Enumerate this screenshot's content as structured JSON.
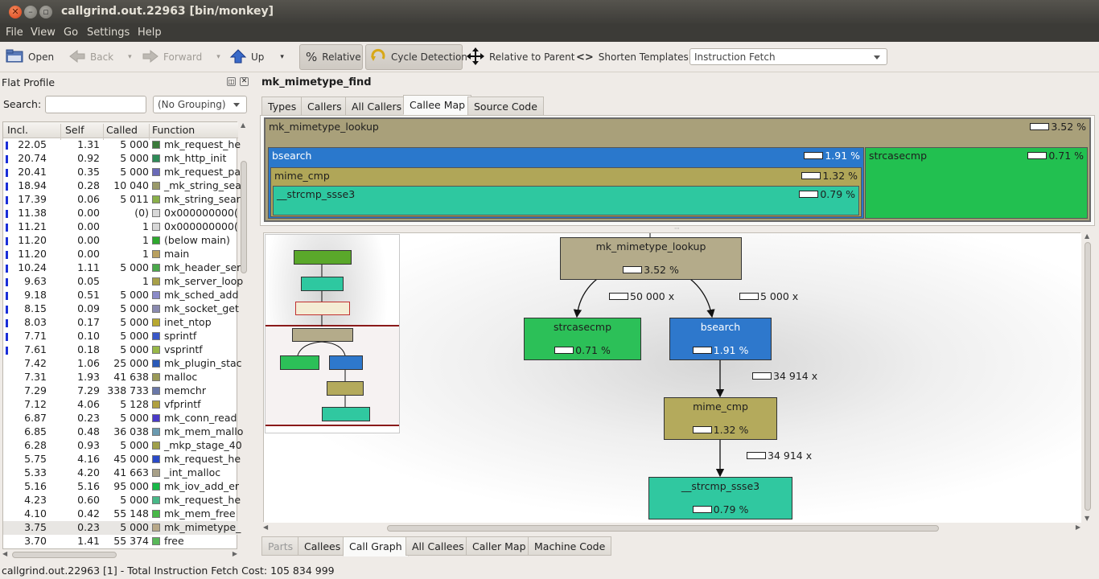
{
  "window": {
    "title": "callgrind.out.22963 [bin/monkey]"
  },
  "menu": [
    "File",
    "View",
    "Go",
    "Settings",
    "Help"
  ],
  "toolbar": {
    "open": "Open",
    "back": "Back",
    "forward": "Forward",
    "up": "Up",
    "relative": "Relative",
    "cycle_detection": "Cycle Detection",
    "relative_to_parent": "Relative to Parent",
    "shorten_templates": "Shorten Templates",
    "event_type": "Instruction Fetch"
  },
  "flat_profile": {
    "title": "Flat Profile",
    "search_label": "Search:",
    "search_value": "",
    "grouping": "(No Grouping)",
    "columns": [
      "Incl.",
      "Self",
      "Called",
      "Function"
    ],
    "rows": [
      {
        "incl": "22.05",
        "self": "1.31",
        "called": "5 000",
        "fn": "mk_request_he",
        "color": "#3a7a3a",
        "bar": true
      },
      {
        "incl": "20.74",
        "self": "0.92",
        "called": "5 000",
        "fn": "mk_http_init",
        "color": "#2e8b57",
        "bar": true
      },
      {
        "incl": "20.41",
        "self": "0.35",
        "called": "5 000",
        "fn": "mk_request_pa",
        "color": "#6a6ab8",
        "bar": true
      },
      {
        "incl": "18.94",
        "self": "0.28",
        "called": "10 040",
        "fn": "_mk_string_sea",
        "color": "#9a9a6a",
        "bar": true
      },
      {
        "incl": "17.39",
        "self": "0.06",
        "called": "5 011",
        "fn": "mk_string_sear",
        "color": "#8ab04a",
        "bar": true
      },
      {
        "incl": "11.38",
        "self": "0.00",
        "called": "(0)",
        "fn": "0x000000000(",
        "color": "#d8d8d8",
        "bar": true
      },
      {
        "incl": "11.21",
        "self": "0.00",
        "called": "1",
        "fn": "0x000000000(",
        "color": "#d8d8d8",
        "bar": true
      },
      {
        "incl": "11.20",
        "self": "0.00",
        "called": "1",
        "fn": "(below main)",
        "color": "#2ea82e",
        "bar": true
      },
      {
        "incl": "11.20",
        "self": "0.00",
        "called": "1",
        "fn": "main",
        "color": "#b8a060",
        "bar": true
      },
      {
        "incl": "10.24",
        "self": "1.11",
        "called": "5 000",
        "fn": "mk_header_ser",
        "color": "#4aa84a",
        "bar": true
      },
      {
        "incl": "9.63",
        "self": "0.05",
        "called": "1",
        "fn": "mk_server_loop",
        "color": "#a8a048",
        "bar": true
      },
      {
        "incl": "9.18",
        "self": "0.51",
        "called": "5 000",
        "fn": "mk_sched_add",
        "color": "#8a8ac8",
        "bar": true
      },
      {
        "incl": "8.15",
        "self": "0.09",
        "called": "5 000",
        "fn": "mk_socket_get",
        "color": "#8a8ab0",
        "bar": true
      },
      {
        "incl": "8.03",
        "self": "0.17",
        "called": "5 000",
        "fn": "inet_ntop",
        "color": "#b8a830",
        "bar": true
      },
      {
        "incl": "7.71",
        "self": "0.10",
        "called": "5 000",
        "fn": "sprintf",
        "color": "#3a58c8",
        "bar": true
      },
      {
        "incl": "7.61",
        "self": "0.18",
        "called": "5 000",
        "fn": "vsprintf",
        "color": "#98b848",
        "bar": true
      },
      {
        "incl": "7.42",
        "self": "1.06",
        "called": "25 000",
        "fn": "mk_plugin_stac",
        "color": "#2a5ab8",
        "bar": false
      },
      {
        "incl": "7.31",
        "self": "1.93",
        "called": "41 638",
        "fn": "malloc",
        "color": "#9a9a58",
        "bar": false
      },
      {
        "incl": "7.29",
        "self": "7.29",
        "called": "338 733",
        "fn": "memchr",
        "color": "#6a78a8",
        "bar": false
      },
      {
        "incl": "7.12",
        "self": "4.06",
        "called": "5 128",
        "fn": "vfprintf",
        "color": "#b0a040",
        "bar": false
      },
      {
        "incl": "6.87",
        "self": "0.23",
        "called": "5 000",
        "fn": "mk_conn_read",
        "color": "#4a3ac8",
        "bar": false
      },
      {
        "incl": "6.85",
        "self": "0.48",
        "called": "36 038",
        "fn": "mk_mem_mallo",
        "color": "#6a9ab0",
        "bar": false
      },
      {
        "incl": "6.28",
        "self": "0.93",
        "called": "5 000",
        "fn": "_mkp_stage_40",
        "color": "#a0a04a",
        "bar": false
      },
      {
        "incl": "5.75",
        "self": "4.16",
        "called": "45 000",
        "fn": "mk_request_he",
        "color": "#2a4ac8",
        "bar": false
      },
      {
        "incl": "5.33",
        "self": "4.20",
        "called": "41 663",
        "fn": "_int_malloc",
        "color": "#a8a088",
        "bar": false
      },
      {
        "incl": "5.16",
        "self": "5.16",
        "called": "95 000",
        "fn": "mk_iov_add_er",
        "color": "#18b848",
        "bar": false
      },
      {
        "incl": "4.23",
        "self": "0.60",
        "called": "5 000",
        "fn": "mk_request_he",
        "color": "#48b888",
        "bar": false
      },
      {
        "incl": "4.10",
        "self": "0.42",
        "called": "55 148",
        "fn": "mk_mem_free",
        "color": "#48b848",
        "bar": false
      },
      {
        "incl": "3.75",
        "self": "0.23",
        "called": "5 000",
        "fn": "mk_mimetype_",
        "color": "#b8a888",
        "bar": false,
        "selected": true
      },
      {
        "incl": "3.70",
        "self": "1.41",
        "called": "55 374",
        "fn": "free",
        "color": "#58b858",
        "bar": false
      }
    ]
  },
  "detail": {
    "function_name": "mk_mimetype_find",
    "top_tabs": [
      "Types",
      "Callers",
      "All Callers",
      "Callee Map",
      "Source Code"
    ],
    "active_top_tab": "Callee Map",
    "bottom_tabs": [
      "Parts",
      "Callees",
      "Call Graph",
      "All Callees",
      "Caller Map",
      "Machine Code"
    ],
    "active_bottom_tab": "Call Graph"
  },
  "treemap": {
    "root": {
      "name": "mk_mimetype_lookup",
      "pct": "3.52 %",
      "color": "#a9a07a"
    },
    "bsearch": {
      "name": "bsearch",
      "pct": "1.91 %",
      "color": "#2a78cc"
    },
    "mime_cmp": {
      "name": "mime_cmp",
      "pct": "1.32 %",
      "color": "#b0a658"
    },
    "strcmp": {
      "name": "__strcmp_ssse3",
      "pct": "0.79 %",
      "color": "#2ec8a0"
    },
    "strcasecmp": {
      "name": "strcasecmp",
      "pct": "0.71 %",
      "color": "#22c050"
    }
  },
  "callgraph": {
    "nodes": {
      "lookup": {
        "name": "mk_mimetype_lookup",
        "pct": "3.52 %",
        "color": "#b4ab8a"
      },
      "strcasecmp": {
        "name": "strcasecmp",
        "pct": "0.71 %",
        "color": "#2cc058"
      },
      "bsearch": {
        "name": "bsearch",
        "pct": "1.91 %",
        "color": "#2e78cc"
      },
      "mime_cmp": {
        "name": "mime_cmp",
        "pct": "1.32 %",
        "color": "#b4aa5c"
      },
      "strcmp": {
        "name": "__strcmp_ssse3",
        "pct": "0.79 %",
        "color": "#30c8a0"
      }
    },
    "edges": {
      "lookup_strcasecmp": "50 000 x",
      "lookup_bsearch": "5 000 x",
      "bsearch_mime": "34 914 x",
      "mime_strcmp": "34 914 x"
    }
  },
  "status": "callgrind.out.22963 [1] - Total Instruction Fetch Cost: 105 834 999"
}
